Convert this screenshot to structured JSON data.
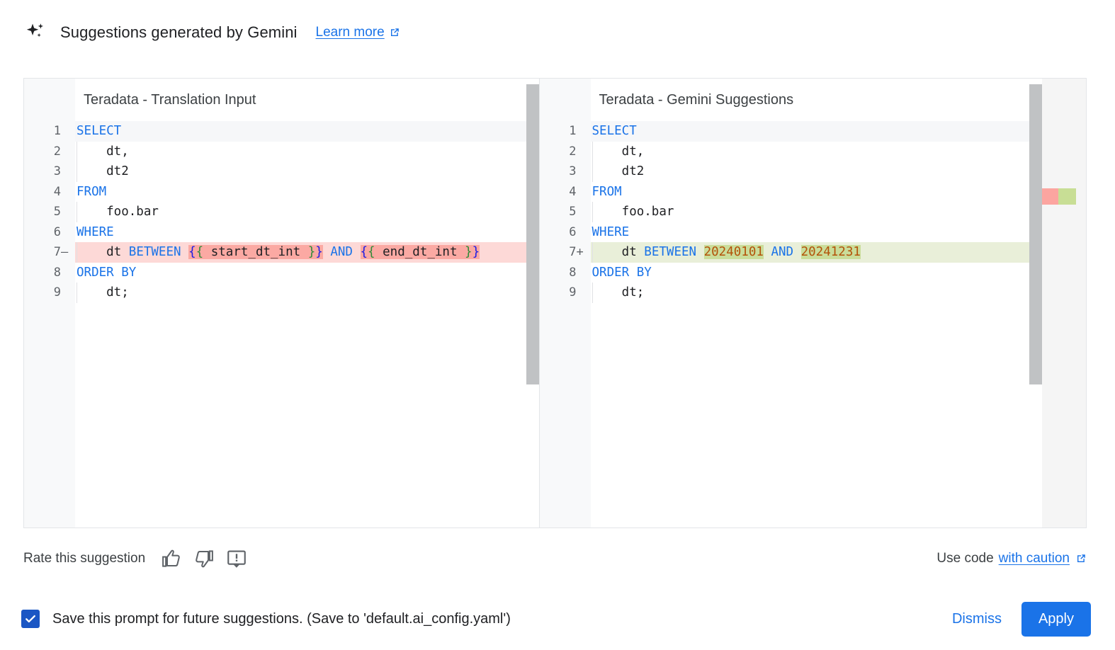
{
  "header": {
    "icon": "sparkle-icon",
    "title": "Suggestions generated by Gemini",
    "learn_more": "Learn more",
    "learn_more_icon": "external-link-icon"
  },
  "diff": {
    "left": {
      "title": "Teradata - Translation Input",
      "lines": [
        {
          "n": "1",
          "sign": "",
          "state": "first"
        },
        {
          "n": "2",
          "sign": "",
          "state": ""
        },
        {
          "n": "3",
          "sign": "",
          "state": ""
        },
        {
          "n": "4",
          "sign": "",
          "state": ""
        },
        {
          "n": "5",
          "sign": "",
          "state": ""
        },
        {
          "n": "6",
          "sign": "",
          "state": ""
        },
        {
          "n": "7",
          "sign": "—",
          "state": "del"
        },
        {
          "n": "8",
          "sign": "",
          "state": ""
        },
        {
          "n": "9",
          "sign": "",
          "state": ""
        }
      ],
      "code": [
        "SELECT",
        "    dt,",
        "    dt2",
        "FROM",
        "    foo.bar",
        "WHERE",
        "    dt BETWEEN {{ start_dt_int }} AND {{ end_dt_int }}",
        "ORDER BY",
        "    dt;"
      ]
    },
    "right": {
      "title": "Teradata - Gemini Suggestions",
      "lines": [
        {
          "n": "1",
          "sign": "",
          "state": "first"
        },
        {
          "n": "2",
          "sign": "",
          "state": ""
        },
        {
          "n": "3",
          "sign": "",
          "state": ""
        },
        {
          "n": "4",
          "sign": "",
          "state": ""
        },
        {
          "n": "5",
          "sign": "",
          "state": ""
        },
        {
          "n": "6",
          "sign": "",
          "state": ""
        },
        {
          "n": "7",
          "sign": "+",
          "state": "ins"
        },
        {
          "n": "8",
          "sign": "",
          "state": ""
        },
        {
          "n": "9",
          "sign": "",
          "state": ""
        }
      ],
      "code": [
        "SELECT",
        "    dt,",
        "    dt2",
        "FROM",
        "    foo.bar",
        "WHERE",
        "    dt BETWEEN 20240101 AND 20241231",
        "ORDER BY",
        "    dt;"
      ]
    },
    "tokens": {
      "select": "SELECT",
      "from": "FROM",
      "where": "WHERE",
      "order_by": "ORDER BY",
      "between": "BETWEEN",
      "and": "AND",
      "dt_comma": "    dt,",
      "dt2": "    dt2",
      "foo_bar": "    foo.bar",
      "dt_semi": "    dt;",
      "dt": "dt",
      "open_b1": "{",
      "open_b2": "{",
      "close_b1": "}",
      "close_b2": "}",
      "start_var": " start_dt_int ",
      "end_var": " end_dt_int ",
      "start_num": "20240101",
      "end_num": "20241231",
      "indent": "    ",
      "space": " "
    }
  },
  "rate": {
    "label": "Rate this suggestion",
    "thumb_up_icon": "thumb-up-icon",
    "thumb_down_icon": "thumb-down-icon",
    "report_icon": "report-feedback-icon",
    "use_code_prefix": "Use code ",
    "use_code_link": "with caution",
    "use_code_icon": "external-link-icon"
  },
  "footer": {
    "checkbox_checked": true,
    "checkbox_label": "Save this prompt for future suggestions. (Save to 'default.ai_config.yaml')",
    "dismiss": "Dismiss",
    "apply": "Apply"
  },
  "colors": {
    "accent": "#1a73e8",
    "delete_line_bg": "#fdd9d7",
    "delete_seg_bg": "#fba9a3",
    "insert_line_bg": "#e9efd9",
    "insert_seg_bg": "#cadd9a",
    "keyword": "#1a73e8",
    "number": "#b35309",
    "bracket_blue": "#1a1ae6",
    "bracket_green": "#2e8b37",
    "checkbox_bg": "#1a56c4"
  }
}
